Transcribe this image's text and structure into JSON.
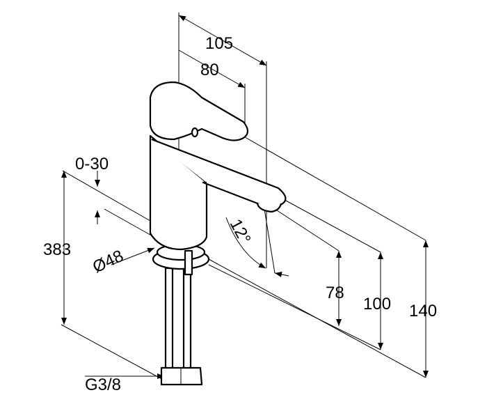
{
  "title": "Faucet dimension drawing",
  "dimensions": {
    "width_overall": "105",
    "spout_reach": "80",
    "lever_angle": "0-30",
    "total_height": "383",
    "base_diameter": "Ø48",
    "spout_angle": "12°",
    "spout_height": "78",
    "body_height": "100",
    "top_height": "140",
    "connection_thread": "G3/8"
  }
}
